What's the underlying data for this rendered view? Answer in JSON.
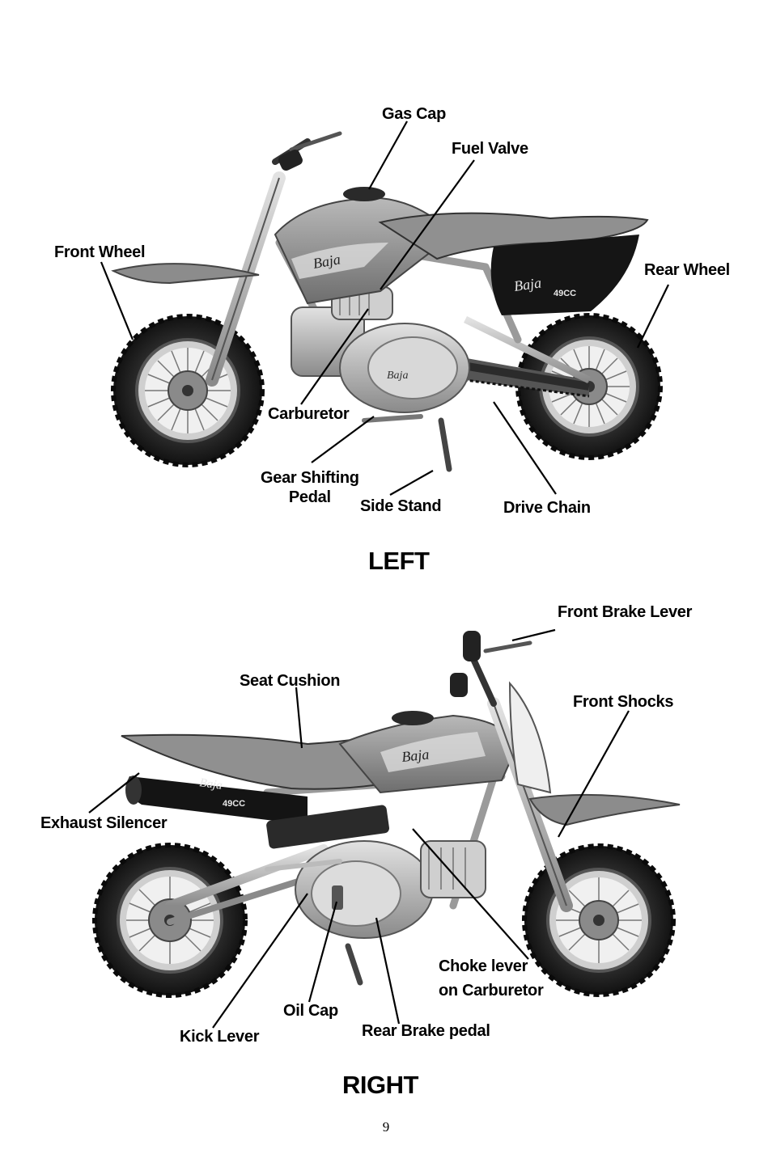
{
  "left_view": {
    "heading": "LEFT",
    "labels": {
      "gas_cap": "Gas Cap",
      "fuel_valve": "Fuel Valve",
      "front_wheel": "Front Wheel",
      "rear_wheel": "Rear Wheel",
      "carburetor": "Carburetor",
      "gear_shifting_pedal": "Gear Shifting\nPedal",
      "side_stand": "Side Stand",
      "drive_chain": "Drive Chain"
    }
  },
  "right_view": {
    "heading": "RIGHT",
    "labels": {
      "front_brake_lever": "Front Brake Lever",
      "seat_cushion": "Seat Cushion",
      "front_shocks": "Front Shocks",
      "exhaust_silencer": "Exhaust Silencer",
      "choke_lever": "Choke lever\non Carburetor",
      "oil_cap": "Oil Cap",
      "kick_lever": "Kick Lever",
      "rear_brake_pedal": "Rear Brake pedal"
    }
  },
  "decals": {
    "brand": "Baja",
    "displacement": "49CC"
  },
  "page_number": "9"
}
